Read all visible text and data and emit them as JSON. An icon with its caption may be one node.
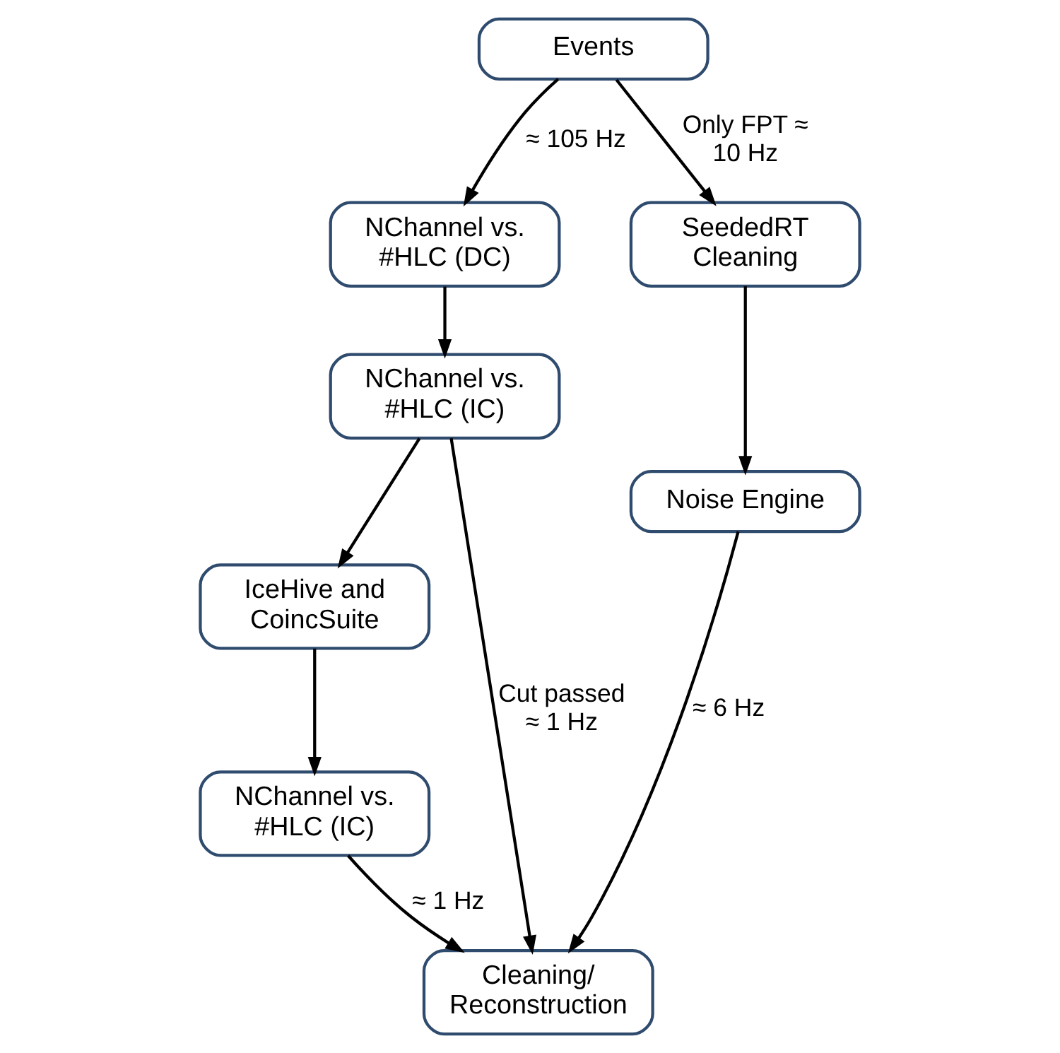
{
  "diagram": {
    "nodes": [
      {
        "text": [
          "Events"
        ]
      },
      {
        "text": [
          "NChannel vs. #HLC (DC)"
        ]
      },
      {
        "text": [
          "SeededRT Cleaning"
        ]
      },
      {
        "text": [
          "NChannel vs. #HLC (IC)"
        ]
      },
      {
        "text": [
          "Noise Engine"
        ]
      },
      {
        "text": [
          "IceHive and CoincSuite"
        ]
      },
      {
        "text": [
          "NChannel vs. #HLC (IC)"
        ]
      },
      {
        "text": [
          "Cleaning/ Reconstruction"
        ]
      }
    ],
    "edges": [
      {
        "from": 0,
        "to": 1,
        "arrow": "to",
        "label": "≈ 105 Hz"
      },
      {
        "from": 0,
        "to": 2,
        "arrow": "to",
        "label": "Only FPT ≈ 10 Hz"
      },
      {
        "from": 1,
        "to": 3,
        "arrow": "to"
      },
      {
        "from": 2,
        "to": 4,
        "arrow": "to"
      },
      {
        "from": 3,
        "to": 5,
        "arrow": "to"
      },
      {
        "from": 3,
        "to": 7,
        "arrow": "to",
        "label": "Cut passed ≈ 1 Hz"
      },
      {
        "from": 4,
        "to": 7,
        "arrow": "to",
        "label": "≈ 6 Hz"
      },
      {
        "from": 5,
        "to": 6,
        "arrow": "to"
      },
      {
        "from": 6,
        "to": 7,
        "arrow": "to",
        "label": "≈ 1 Hz"
      }
    ]
  }
}
